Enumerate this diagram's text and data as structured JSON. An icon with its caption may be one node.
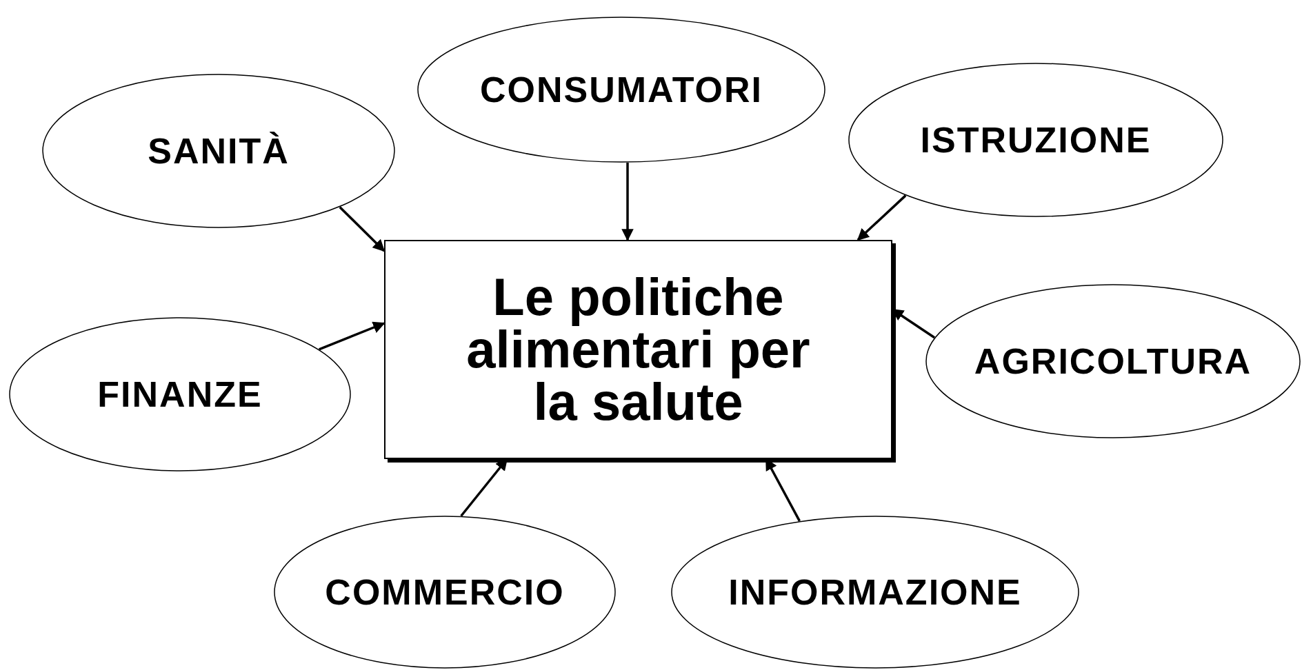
{
  "diagram": {
    "nodes": [
      {
        "text": [
          "CONSUMATORI"
        ]
      },
      {
        "text": [
          "SANITÀ"
        ]
      },
      {
        "text": [
          "ISTRUZIONE"
        ]
      },
      {
        "text": [
          "Le politiche alimentari per la salute"
        ]
      },
      {
        "text": [
          "AGRICOLTURA"
        ]
      },
      {
        "text": [
          "FINANZE"
        ]
      },
      {
        "text": [
          "COMMERCIO"
        ]
      },
      {
        "text": [
          "INFORMAZIONE"
        ]
      }
    ],
    "edges": [
      {
        "from": 0,
        "to": 3,
        "arrow": "to"
      },
      {
        "from": 1,
        "to": 3,
        "arrow": "to"
      },
      {
        "from": 2,
        "to": 3,
        "arrow": "to"
      },
      {
        "from": 4,
        "to": 3,
        "arrow": "to"
      },
      {
        "from": 5,
        "to": 3,
        "arrow": "to"
      },
      {
        "from": 6,
        "to": 3,
        "arrow": "to"
      },
      {
        "from": 7,
        "to": 3,
        "arrow": "to"
      }
    ]
  }
}
